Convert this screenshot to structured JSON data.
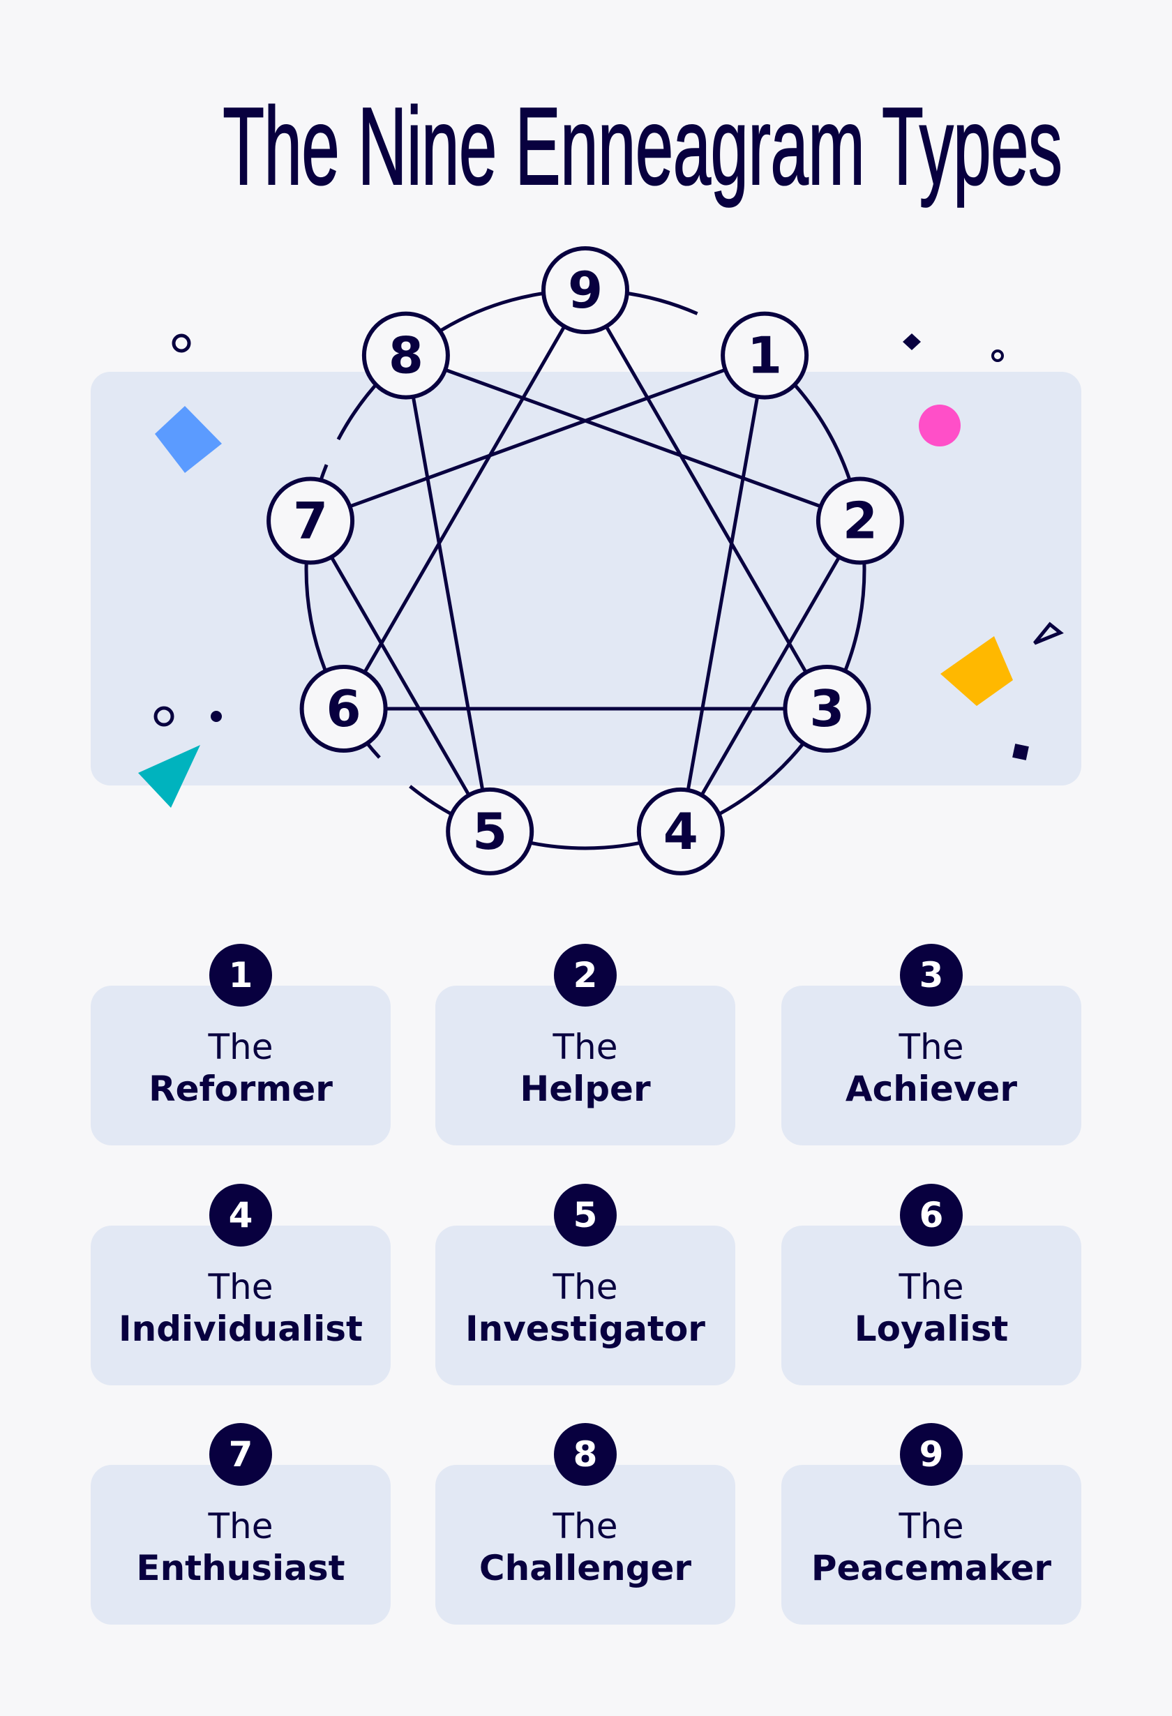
{
  "title": "The Nine Enneagram Types",
  "diagram": {
    "nodes": [
      "9",
      "1",
      "2",
      "3",
      "4",
      "5",
      "6",
      "7",
      "8"
    ],
    "connections": [
      [
        "1",
        "4"
      ],
      [
        "4",
        "2"
      ],
      [
        "2",
        "8"
      ],
      [
        "8",
        "5"
      ],
      [
        "5",
        "7"
      ],
      [
        "7",
        "1"
      ],
      [
        "3",
        "6"
      ],
      [
        "6",
        "9"
      ],
      [
        "9",
        "3"
      ]
    ]
  },
  "colors": {
    "navy": "#08003F",
    "panel": "#E2E8F4",
    "background": "#F7F7F9",
    "blue": "#5B9BFF",
    "pink": "#FF4FC8",
    "yellow": "#FFB800",
    "teal": "#00B3BE"
  },
  "types": [
    {
      "number": "1",
      "the": "The",
      "name": "Reformer"
    },
    {
      "number": "2",
      "the": "The",
      "name": "Helper"
    },
    {
      "number": "3",
      "the": "The",
      "name": "Achiever"
    },
    {
      "number": "4",
      "the": "The",
      "name": "Individualist"
    },
    {
      "number": "5",
      "the": "The",
      "name": "Investigator"
    },
    {
      "number": "6",
      "the": "The",
      "name": "Loyalist"
    },
    {
      "number": "7",
      "the": "The",
      "name": "Enthusiast"
    },
    {
      "number": "8",
      "the": "The",
      "name": "Challenger"
    },
    {
      "number": "9",
      "the": "The",
      "name": "Peacemaker"
    }
  ]
}
